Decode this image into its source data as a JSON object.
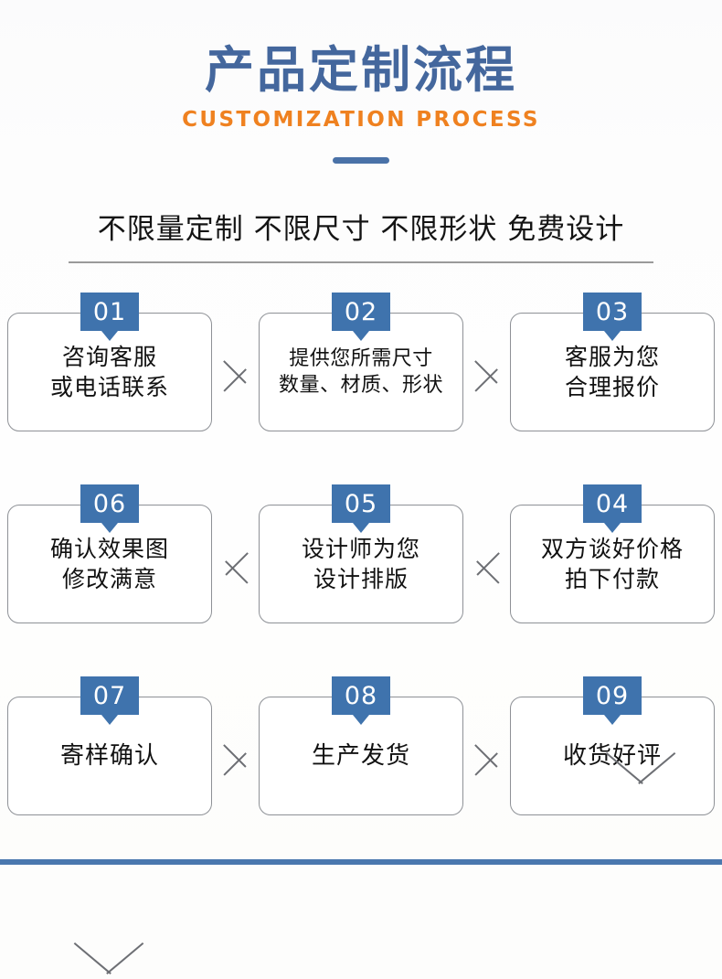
{
  "header": {
    "title_cn": "产品定制流程",
    "title_en": "CUSTOMIZATION PROCESS",
    "accent_blue": "#44679d",
    "accent_orange": "#ef8120"
  },
  "slogan": {
    "text": "不限量定制 不限尺寸 不限形状 免费设计"
  },
  "flow": {
    "badge_color": "#3f73ad",
    "card_border_color": "#8e9196",
    "rows": [
      {
        "direction": "right",
        "cards": [
          {
            "num": "01",
            "lines": [
              "咨询客服",
              "或电话联系"
            ],
            "size": "normal"
          },
          {
            "num": "02",
            "lines": [
              "提供您所需尺寸",
              "数量、材质、形状"
            ],
            "size": "tight"
          },
          {
            "num": "03",
            "lines": [
              "客服为您",
              "合理报价"
            ],
            "size": "normal"
          }
        ]
      },
      {
        "direction": "left",
        "cards": [
          {
            "num": "06",
            "lines": [
              "确认效果图",
              "修改满意"
            ],
            "size": "normal"
          },
          {
            "num": "05",
            "lines": [
              "设计师为您",
              "设计排版"
            ],
            "size": "normal"
          },
          {
            "num": "04",
            "lines": [
              "双方谈好价格",
              "拍下付款"
            ],
            "size": "normal"
          }
        ]
      },
      {
        "direction": "right",
        "cards": [
          {
            "num": "07",
            "lines": [
              "寄样确认"
            ],
            "size": "single"
          },
          {
            "num": "08",
            "lines": [
              "生产发货"
            ],
            "size": "single"
          },
          {
            "num": "09",
            "lines": [
              "收货好评"
            ],
            "size": "single"
          }
        ]
      }
    ]
  }
}
